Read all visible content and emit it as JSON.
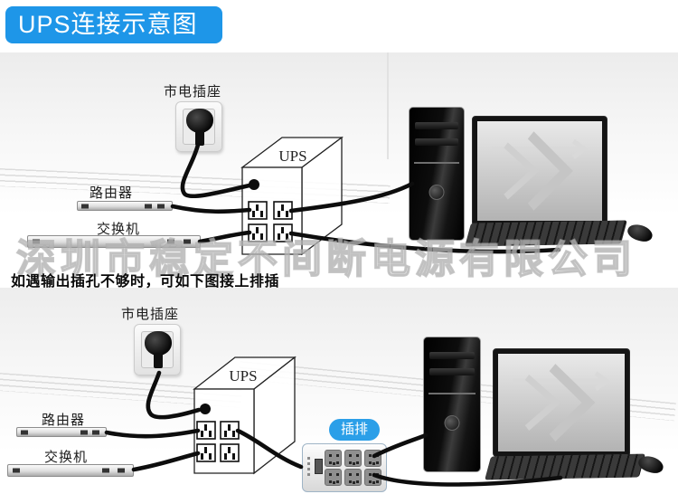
{
  "title_badge": {
    "label": "UPS连接示意图",
    "bg_color": "#1e96e8",
    "text_color": "#ffffff"
  },
  "note_text": "如遇输出插孔不够时，可如下图接上排插",
  "watermark_text": "深圳市稳定不间断电源有限公司",
  "diagrams": {
    "top": {
      "mains_outlet_label": "市电插座",
      "ups_label": "UPS",
      "router_label": "路由器",
      "switch_label": "交换机"
    },
    "bottom": {
      "mains_outlet_label": "市电插座",
      "ups_label": "UPS",
      "router_label": "路由器",
      "switch_label": "交换机",
      "power_strip_badge": {
        "label": "插排",
        "bg_color": "#2b9fe8",
        "text_color": "#ffffff"
      }
    }
  }
}
